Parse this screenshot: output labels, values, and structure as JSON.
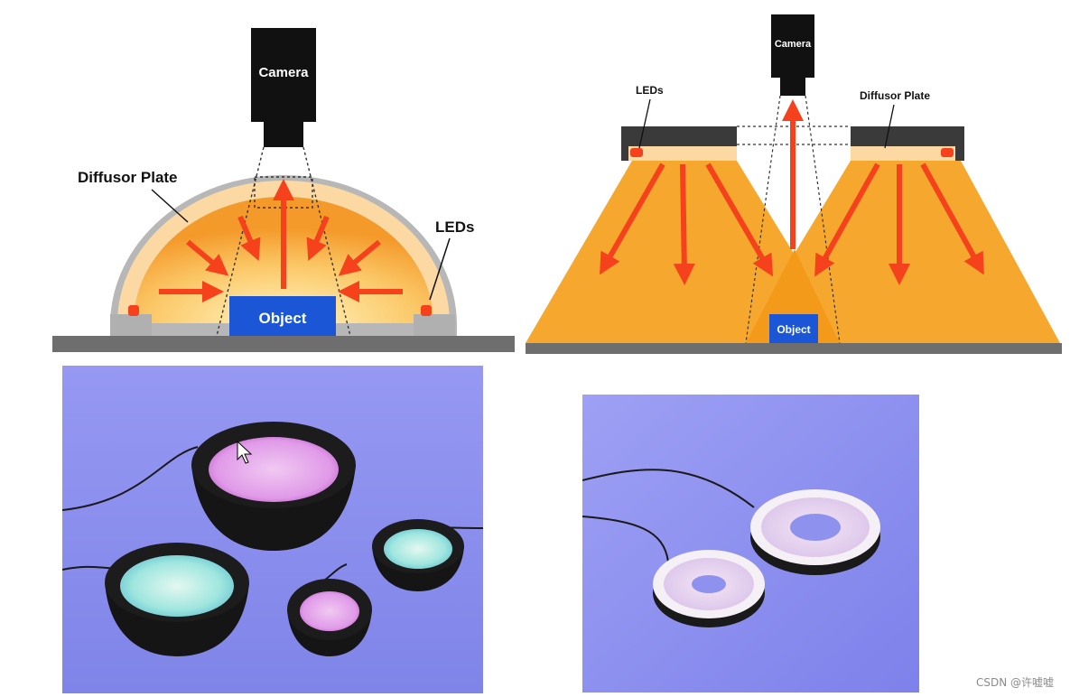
{
  "dome_diagram": {
    "camera_label": "Camera",
    "diffusor_label": "Diffusor Plate",
    "leds_label": "LEDs",
    "object_label": "Object"
  },
  "flat_diagram": {
    "camera_label": "Camera",
    "leds_label": "LEDs",
    "diffusor_label": "Diffusor Plate",
    "object_label": "Object"
  },
  "watermark": "CSDN @许嘘嘘",
  "colors": {
    "orange_light": "#fbe3a0",
    "orange_dark": "#f4a52a",
    "arrow_red": "#f5411c",
    "object_blue": "#1a56d6",
    "base_gray": "#6e6e6e",
    "photo_bg": "#8f92ee"
  }
}
